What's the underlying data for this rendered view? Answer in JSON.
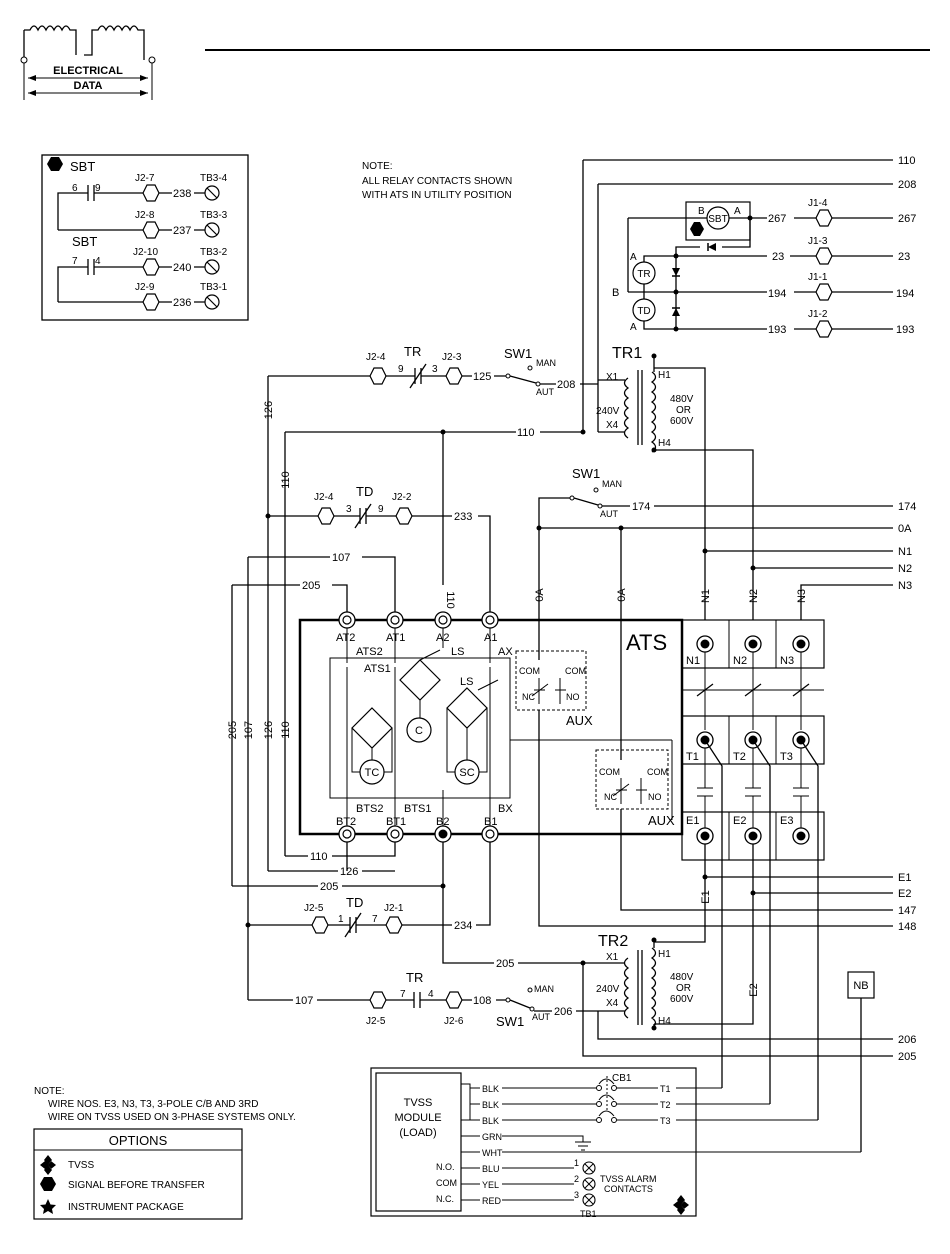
{
  "header": {
    "badge_line1": "ELECTRICAL",
    "badge_line2": "DATA"
  },
  "note_top": {
    "line1": "NOTE:",
    "line2": "ALL RELAY CONTACTS SHOWN",
    "line3": "WITH ATS IN UTILITY POSITION"
  },
  "sbt_box": {
    "title1": "SBT",
    "title2": "SBT",
    "c1a": "6",
    "c1b": "9",
    "c2a": "7",
    "c2b": "4",
    "j1": "J2-7",
    "j2": "J2-8",
    "j3": "J2-10",
    "j4": "J2-9",
    "w1": "238",
    "w2": "237",
    "w3": "240",
    "w4": "236",
    "t1": "TB3-4",
    "t2": "TB3-3",
    "t3": "TB3-2",
    "t4": "TB3-1"
  },
  "labels": {
    "ats": "ATS",
    "tr1": "TR1",
    "tr2": "TR2",
    "sw1": "SW1",
    "man": "MAN",
    "aut": "AUT",
    "tr": "TR",
    "td": "TD",
    "x1": "X1",
    "x4": "X4",
    "h1": "H1",
    "h4": "H4",
    "v240": "240V",
    "v480": "480V",
    "or": "OR",
    "v600": "600V",
    "sbt": "SBT",
    "tr_coil": "TR",
    "td_coil": "TD",
    "a": "A",
    "b": "B",
    "c": "C",
    "tc": "TC",
    "sc": "SC",
    "ls": "LS",
    "aux": "AUX",
    "com": "COM",
    "nc": "NC",
    "no": "NO",
    "at2": "AT2",
    "at1": "AT1",
    "a2": "A2",
    "a1": "A1",
    "ax": "AX",
    "ats2": "ATS2",
    "ats1": "ATS1",
    "bt2": "BT2",
    "bt1": "BT1",
    "b2": "B2",
    "b1": "B1",
    "bx": "BX",
    "bts2": "BTS2",
    "bts1": "BTS1",
    "n1": "N1",
    "n2": "N2",
    "n3": "N3",
    "t1": "T1",
    "t2": "T2",
    "t3": "T3",
    "e1": "E1",
    "e2": "E2",
    "e3": "E3",
    "nb": "NB"
  },
  "right_wires": [
    "110",
    "208",
    "174",
    "0A",
    "N1",
    "N2",
    "N3",
    "E1",
    "E2",
    "147",
    "148",
    "206",
    "205"
  ],
  "j1": {
    "c4": "J1-4",
    "c3": "J1-3",
    "c1": "J1-1",
    "c2": "J1-2",
    "w267": "267",
    "w23": "23",
    "w194": "194",
    "w193": "193"
  },
  "wires": {
    "w9": "9",
    "w3": "3",
    "w125": "125",
    "w208": "208",
    "w110": "110",
    "w126": "126",
    "w233": "233",
    "w107": "107",
    "w205": "205",
    "w0a": "0A",
    "w174": "174",
    "w234": "234",
    "w1": "1",
    "w7": "7",
    "w4": "4",
    "w108": "108",
    "w206": "206",
    "j24": "J2-4",
    "j23": "J2-3",
    "j22": "J2-2",
    "j25": "J2-5",
    "j21": "J2-1",
    "j26": "J2-6"
  },
  "note_bottom": {
    "line1": "NOTE:",
    "line2": "WIRE NOS. E3, N3, T3, 3-POLE C/B AND 3RD",
    "line3": "WIRE ON TVSS USED ON 3-PHASE SYSTEMS ONLY."
  },
  "options": {
    "title": "OPTIONS",
    "item1": "TVSS",
    "item2": "SIGNAL BEFORE TRANSFER",
    "item3": "INSTRUMENT PACKAGE"
  },
  "tvss": {
    "l1": "TVSS",
    "l2": "MODULE",
    "l3": "(LOAD)",
    "no": "N.O.",
    "com": "COM",
    "nc": "N.C.",
    "blk": "BLK",
    "grn": "GRN",
    "wht": "WHT",
    "blu": "BLU",
    "yel": "YEL",
    "red": "RED",
    "cb1": "CB1",
    "n1": "1",
    "n2": "2",
    "n3": "3",
    "alarm1": "TVSS ALARM",
    "alarm2": "CONTACTS",
    "tb1": "TB1"
  }
}
